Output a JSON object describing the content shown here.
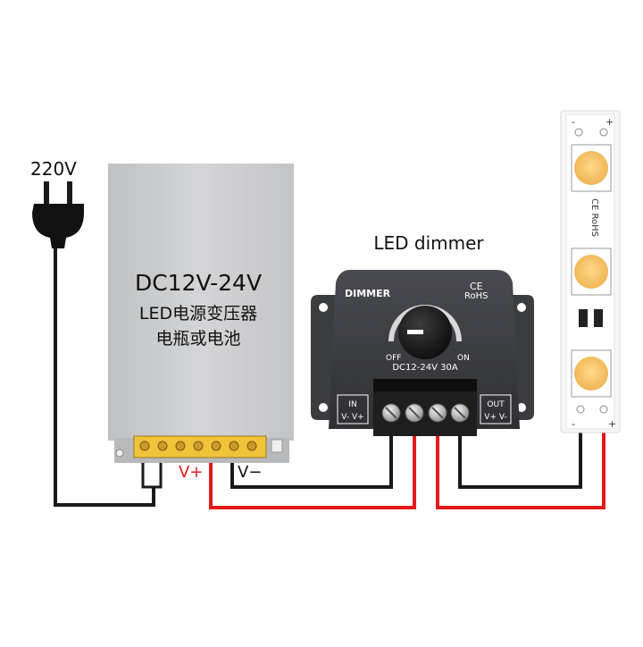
{
  "plug": {
    "label": "220V"
  },
  "power_supply": {
    "line1": "DC12V-24V",
    "line2": "LED电源变压器",
    "line3": "电瓶或电池",
    "terminal_pos": "V+",
    "terminal_neg": "V−"
  },
  "dimmer": {
    "title": "LED dimmer",
    "brand": "DIMMER",
    "cert_ce": "CE",
    "cert_rohs": "RoHS",
    "off_label": "OFF",
    "on_label": "ON",
    "rating": "DC12-24V 30A",
    "in_label": "IN",
    "in_pins": "V- V+",
    "out_label": "OUT",
    "out_pins": "V+ V-"
  },
  "led_strip": {
    "minus_top": "-",
    "plus_top": "+",
    "minus_bottom": "-",
    "plus_bottom": "+",
    "cert_text": "CE RoHS"
  },
  "colors": {
    "wire_positive": "#e31b1b",
    "wire_negative": "#1a1a1a",
    "led_chip": "#f6c46a",
    "dimmer_body": "#3a3b3f",
    "psu_body": "#c9cacc"
  }
}
